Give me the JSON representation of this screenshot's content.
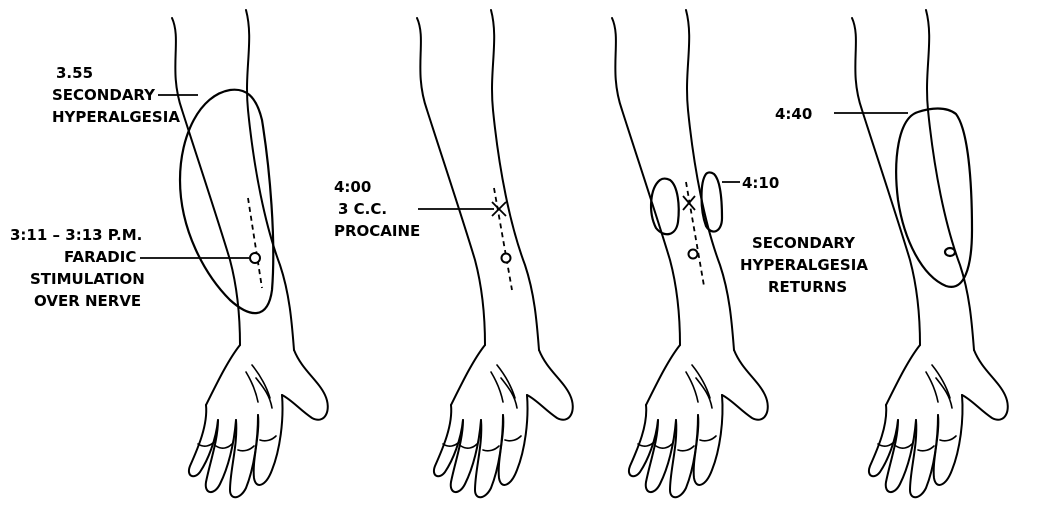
{
  "panels": [
    {
      "id": "panel-1",
      "labels": {
        "time_top": "3.55",
        "secondary_top": "SECONDARY",
        "hyper_top": "HYPERALGESIA",
        "time_stim": "3:11 – 3:13 P.M.",
        "faradic": "FARADIC",
        "stimulation": "STIMULATION",
        "over_nerve": "OVER NERVE"
      }
    },
    {
      "id": "panel-2",
      "labels": {
        "time": "4:00",
        "dose": "3 C.C.",
        "drug": "PROCAINE"
      }
    },
    {
      "id": "panel-3",
      "labels": {
        "time": "4:10",
        "secondary": "SECONDARY",
        "hyperalgesia": "HYPERALGESIA",
        "returns": "RETURNS"
      }
    },
    {
      "id": "panel-4",
      "labels": {
        "time": "4:40"
      }
    }
  ]
}
